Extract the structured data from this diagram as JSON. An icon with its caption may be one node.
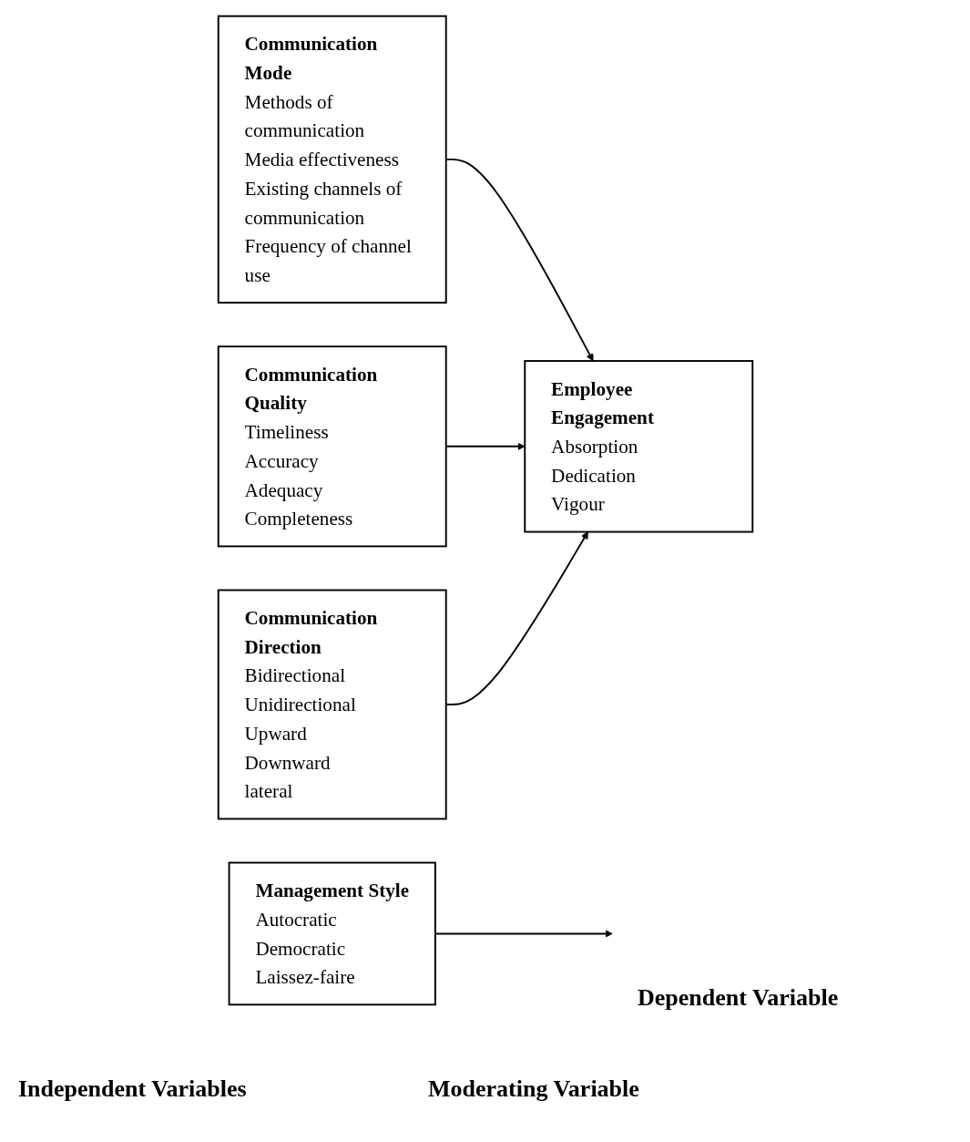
{
  "diagram": {
    "nodes": [
      {
        "text": [
          "Communication Mode",
          "Methods of communication",
          "Media effectiveness",
          "Existing channels of communication",
          "Frequency of channel use"
        ]
      },
      {
        "text": [
          "Communication Quality",
          "Timeliness",
          "Accuracy",
          "Adequacy",
          "Completeness"
        ]
      },
      {
        "text": [
          "Communication Direction",
          "Bidirectional",
          "Unidirectional",
          "Upward",
          "Downward",
          "lateral"
        ]
      },
      {
        "text": [
          "Employee Engagement",
          "Absorption",
          "Dedication",
          "Vigour"
        ]
      },
      {
        "text": [
          "Management Style",
          "Autocratic",
          "Democratic",
          "Laissez-faire"
        ]
      }
    ],
    "edges": [
      {
        "from": 0,
        "to": 3,
        "arrow": "to"
      },
      {
        "from": 1,
        "to": 3,
        "arrow": "to"
      },
      {
        "from": 2,
        "to": 3,
        "arrow": "to"
      },
      {
        "from": 4,
        "to": null,
        "arrow": "to"
      }
    ],
    "labels": [
      "Dependent Variable",
      "Independent Variables",
      "Moderating Variable"
    ]
  }
}
